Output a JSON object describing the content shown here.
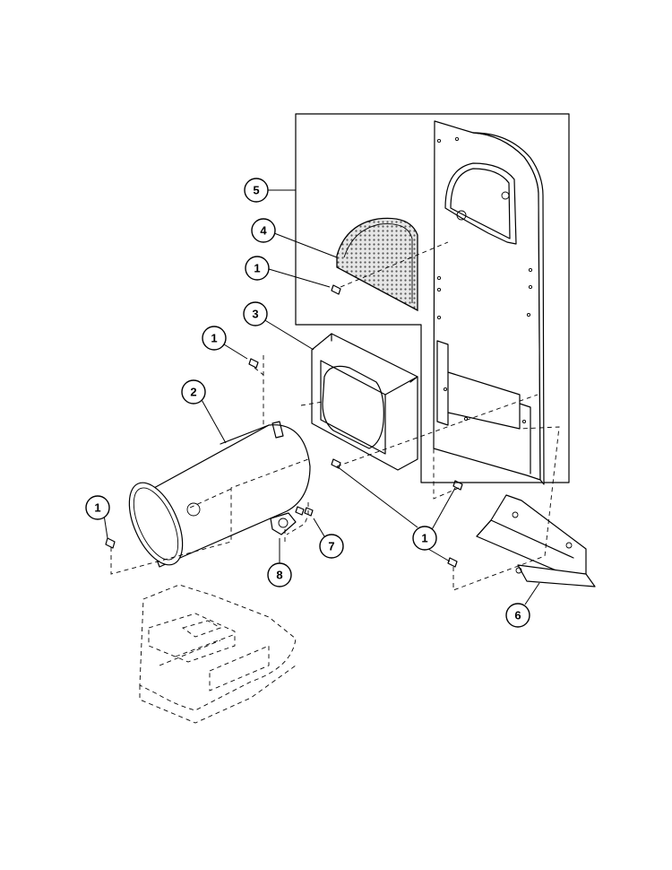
{
  "callouts": [
    {
      "id": "c5",
      "label": "5"
    },
    {
      "id": "c4",
      "label": "4"
    },
    {
      "id": "c1a",
      "label": "1"
    },
    {
      "id": "c3",
      "label": "3"
    },
    {
      "id": "c1b",
      "label": "1"
    },
    {
      "id": "c2",
      "label": "2"
    },
    {
      "id": "c1c",
      "label": "1"
    },
    {
      "id": "c7",
      "label": "7"
    },
    {
      "id": "c8",
      "label": "8"
    },
    {
      "id": "c1d",
      "label": "1"
    },
    {
      "id": "c6",
      "label": "6"
    }
  ]
}
